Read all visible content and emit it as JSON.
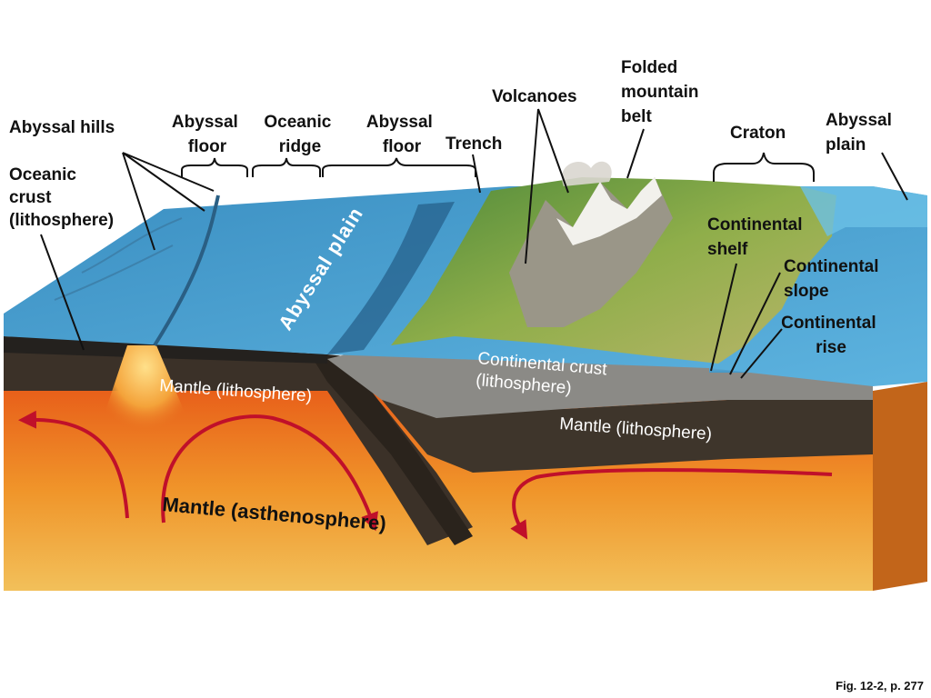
{
  "labels": {
    "abyssal_hills": "Abyssal hills",
    "oceanic_crust": [
      "Oceanic",
      "crust",
      "(lithosphere)"
    ],
    "abyssal_floor_left": [
      "Abyssal",
      "floor"
    ],
    "oceanic_ridge": [
      "Oceanic",
      "ridge"
    ],
    "abyssal_floor_right": [
      "Abyssal",
      "floor"
    ],
    "trench": "Trench",
    "volcanoes": "Volcanoes",
    "folded_mountain_belt": [
      "Folded",
      "mountain",
      "belt"
    ],
    "craton": "Craton",
    "abyssal_plain_right": [
      "Abyssal",
      "plain"
    ],
    "continental_shelf": [
      "Continental",
      "shelf"
    ],
    "continental_slope": [
      "Continental",
      "slope"
    ],
    "continental_rise": [
      "Continental",
      "rise"
    ]
  },
  "inner_labels": {
    "abyssal_plain_surface": "Abyssal plain",
    "continental_crust": [
      "Continental crust",
      "(lithosphere)"
    ],
    "mantle_lithosphere_left": "Mantle (lithosphere)",
    "mantle_lithosphere_right": "Mantle (lithosphere)",
    "mantle_asthenosphere": "Mantle (asthenosphere)"
  },
  "caption": "Fig. 12-2, p. 277",
  "colors": {
    "ocean": "#4aa8d8",
    "sea_floor": "#2f7fae",
    "land": "#6f9a3c",
    "continental_crust": "#8a8a88",
    "lithosphere_mantle": "#3a3228",
    "asthenosphere": "#e07a1a",
    "convection_arrow": "#c0102a"
  }
}
